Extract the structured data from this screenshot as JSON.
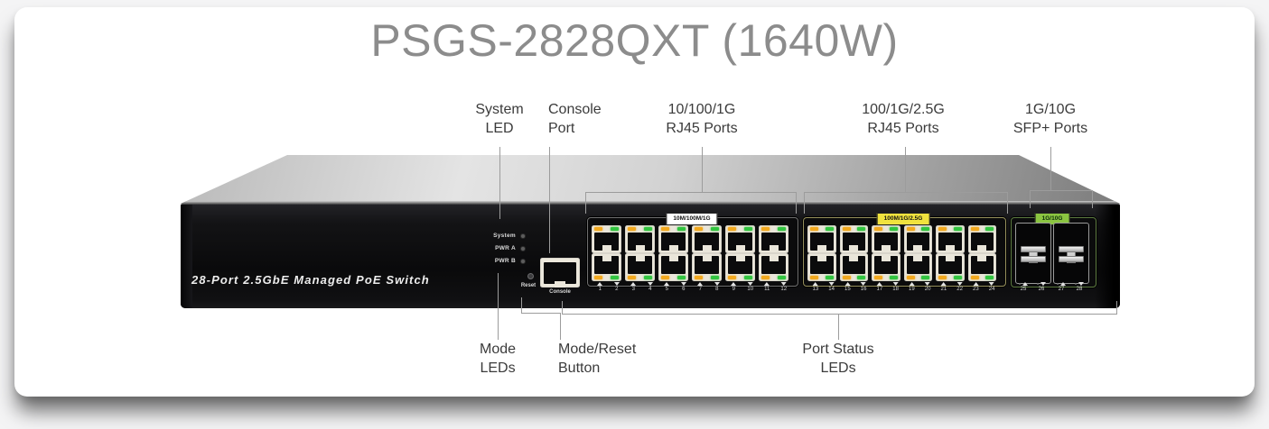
{
  "title": "PSGS-2828QXT (1640W)",
  "callouts": {
    "system_led": {
      "line1": "System",
      "line2": "LED"
    },
    "console_port": {
      "line1": "Console",
      "line2": "Port"
    },
    "rj45_1g": {
      "line1": "10/100/1G",
      "line2": "RJ45 Ports"
    },
    "rj45_25g": {
      "line1": "100/1G/2.5G",
      "line2": "RJ45 Ports"
    },
    "sfp_ports": {
      "line1": "1G/10G",
      "line2": "SFP+ Ports"
    },
    "mode_leds": {
      "line1": "Mode",
      "line2": "LEDs"
    },
    "mode_reset": {
      "line1": "Mode/Reset",
      "line2": "Button"
    },
    "port_status": {
      "line1": "Port Status",
      "line2": "LEDs"
    }
  },
  "device": {
    "model_text": "28-Port 2.5GbE Managed PoE Switch",
    "status_leds": [
      "System",
      "PWR A",
      "PWR B"
    ],
    "reset_label": "Reset",
    "console_label": "Console",
    "port_groups": [
      {
        "id": "group-10-100-1g",
        "chip_label": "10M/100M/1G",
        "chip_bg": "#ffffff",
        "chip_fg": "#111111",
        "port_numbers": [
          1,
          2,
          3,
          4,
          5,
          6,
          7,
          8,
          9,
          10,
          11,
          12
        ]
      },
      {
        "id": "group-100-1g-25g",
        "chip_label": "100M/1G/2.5G",
        "chip_bg": "#f0e23e",
        "chip_fg": "#111111",
        "port_numbers": [
          13,
          14,
          15,
          16,
          17,
          18,
          19,
          20,
          21,
          22,
          23,
          24
        ]
      },
      {
        "id": "group-sfp",
        "chip_label": "1G/10G",
        "chip_bg": "#8bc541",
        "chip_fg": "#0b2a0b",
        "port_numbers": [
          25,
          26,
          27,
          28
        ]
      }
    ]
  },
  "colors": {
    "page_bg": "#f4f4f5",
    "card_bg": "#ffffff",
    "title_text": "#8c8c8c",
    "callout_text": "#3b3b3b",
    "callout_line": "#9c9c9c",
    "led_amber": "#f2a81d",
    "led_green": "#31c43f"
  }
}
